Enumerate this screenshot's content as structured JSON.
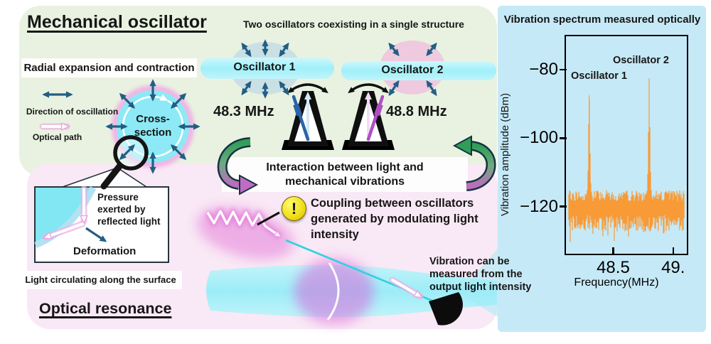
{
  "colors": {
    "panel_green": "#e9f2e1",
    "panel_pink": "#f9e8f5",
    "panel_blue": "#c6e9f7",
    "strip_white": "#ffffff",
    "trace_orange": "#f89a36",
    "arrow_teal": "#235e84",
    "cycle_green": "#2f9e58",
    "cycle_purple": "#bd6cbe",
    "glow_magenta": "#e06ad4",
    "bar_cyan": "#9ff0fa",
    "pendulum_blue": "#2b63a8",
    "pendulum_magenta": "#b04ec6",
    "alert_yellow": "#f0dc17"
  },
  "mechanical": {
    "title": "Mechanical oscillator",
    "radial_label": "Radial expansion and contraction",
    "direction_label": "Direction of oscillation",
    "optical_path_label": "Optical path",
    "cross_section_line1": "Cross-",
    "cross_section_line2": "section",
    "coexist_title": "Two oscillators coexisting in a single structure",
    "oscillator1_label": "Oscillator 1",
    "oscillator1_freq": "48.3 MHz",
    "oscillator2_label": "Oscillator 2",
    "oscillator2_freq": "48.8 MHz",
    "interaction_line1": "Interaction between light and",
    "interaction_line2": "mechanical vibrations"
  },
  "optical": {
    "title": "Optical resonance",
    "pressure_line1": "Pressure",
    "pressure_line2": "exerted by",
    "pressure_line3": "reflected light",
    "deformation_label": "Deformation",
    "circulating_label": "Light circulating along the surface",
    "alert_mark": "!",
    "coupling_line1": "Coupling between oscillators",
    "coupling_line2": "generated by modulating light",
    "coupling_line3": "intensity",
    "measure_line1": "Vibration can be",
    "measure_line2": "measured from the",
    "measure_line3": "output light intensity"
  },
  "chart_data": {
    "type": "line",
    "title": "Vibration spectrum measured optically",
    "xlabel": "Frequency(MHz)",
    "ylabel": "Vibration amplitude (dBm)",
    "xlim": [
      48.1,
      49.12
    ],
    "ylim": [
      -134,
      -70
    ],
    "grid": false,
    "legend_position": "none",
    "x_ticks": [
      {
        "value": 48.5,
        "label": "48.5"
      },
      {
        "value": 49.0,
        "label": "49."
      }
    ],
    "y_ticks": [
      {
        "value": -80,
        "label": "−80"
      },
      {
        "value": -100,
        "label": "−100"
      },
      {
        "value": -120,
        "label": "−120"
      }
    ],
    "series": [
      {
        "name": "optically measured vibration spectrum",
        "color": "#f89a36",
        "noise_floor_dbm": -121,
        "noise_band_top_dbm": -116,
        "noise_band_bottom_dbm": -128,
        "peaks": [
          {
            "label": "Oscillator 1",
            "freq_mhz": 48.3,
            "amplitude_dbm": -87.5
          },
          {
            "label": "Oscillator 2",
            "freq_mhz": 48.8,
            "amplitude_dbm": -82.5
          }
        ]
      }
    ]
  }
}
